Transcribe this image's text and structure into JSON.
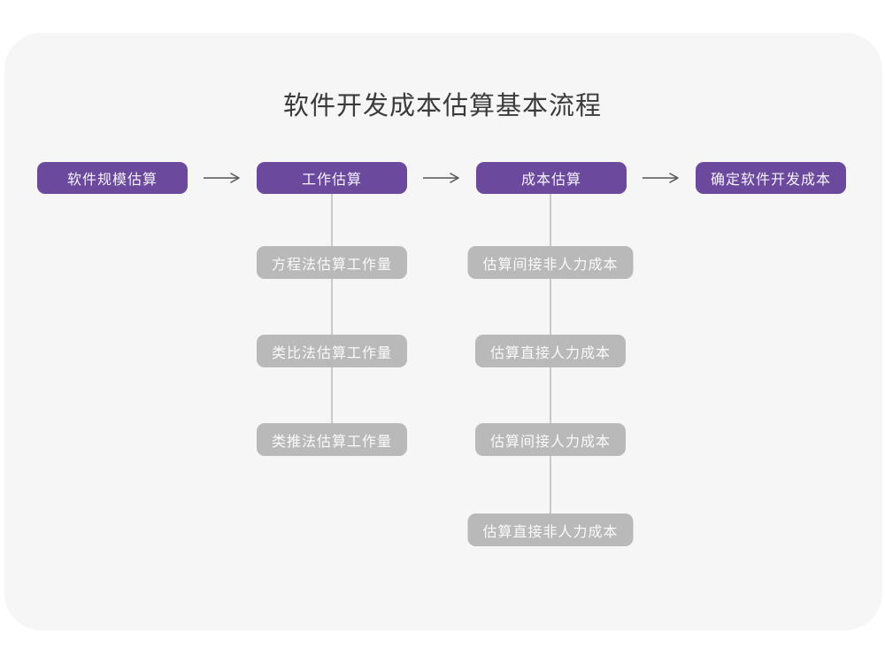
{
  "title": "软件开发成本估算基本流程",
  "flow": {
    "stages": [
      {
        "label": "软件规模估算"
      },
      {
        "label": "工作估算"
      },
      {
        "label": "成本估算"
      },
      {
        "label": "确定软件开发成本"
      }
    ],
    "work_substeps": [
      "方程法估算工作量",
      "类比法估算工作量",
      "类推法估算工作量"
    ],
    "cost_substeps": [
      "估算间接非人力成本",
      "估算直接人力成本",
      "估算间接人力成本",
      "估算直接非人力成本"
    ]
  },
  "colors": {
    "page_bg": "#ffffff",
    "canvas_bg": "#f6f6f7",
    "stage_bg": "#6b4a9e",
    "stage_text": "#f6f2fb",
    "substep_bg": "#b9b9b9",
    "substep_text": "#ffffff",
    "arrow_stroke": "#555555",
    "connector_line": "#c9c9c9",
    "title_text": "#3b3b3b"
  }
}
